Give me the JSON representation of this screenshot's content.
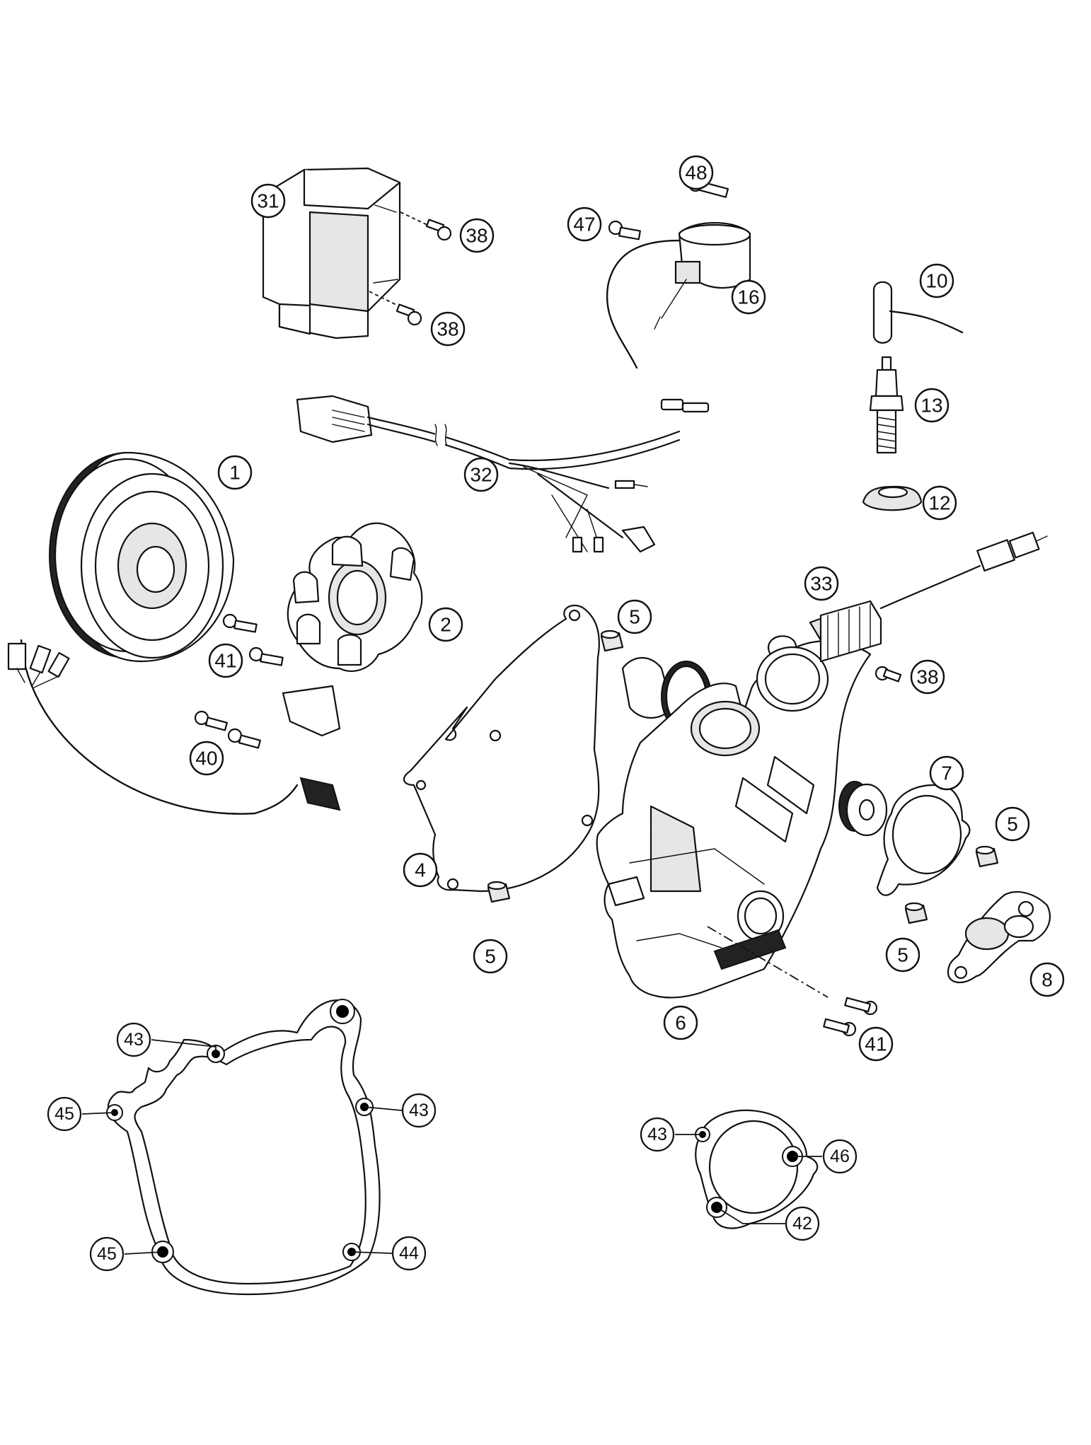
{
  "diagram": {
    "callouts": {
      "c31": "31",
      "c38a": "38",
      "c38b": "38",
      "c38c": "38",
      "c48": "48",
      "c47": "47",
      "c16": "16",
      "c10": "10",
      "c13": "13",
      "c12": "12",
      "c32": "32",
      "c1": "1",
      "c2": "2",
      "c41a": "41",
      "c41b": "41",
      "c40": "40",
      "c5a": "5",
      "c5b": "5",
      "c5c": "5",
      "c5d": "5",
      "c4": "4",
      "c6": "6",
      "c7": "7",
      "c8": "8",
      "c33": "33",
      "c43a": "43",
      "c43b": "43",
      "c43c": "43",
      "c45a": "45",
      "c45b": "45",
      "c44": "44",
      "c46": "46",
      "c42": "42"
    }
  }
}
